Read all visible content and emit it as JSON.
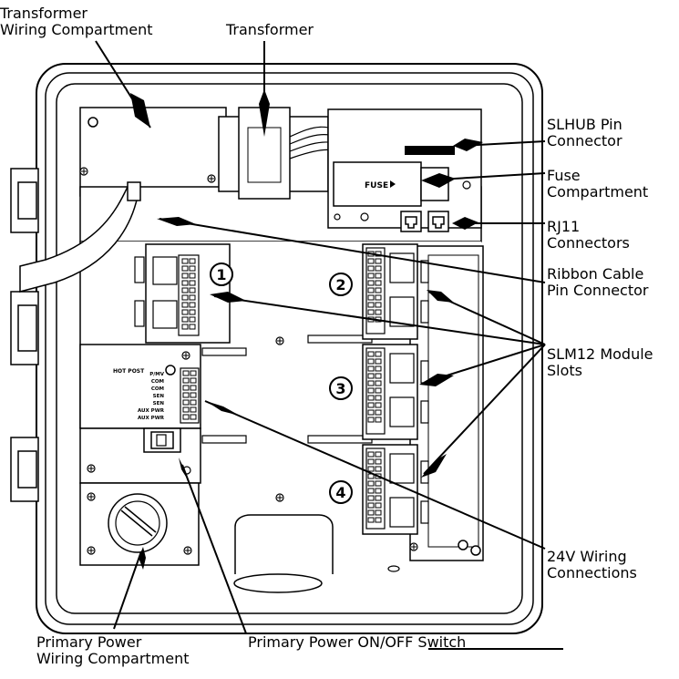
{
  "callouts": {
    "transformer_wiring_compartment": [
      "Transformer",
      "Wiring Compartment"
    ],
    "transformer": "Transformer",
    "slhub_pin_connector": [
      "SLHUB Pin",
      "Connector"
    ],
    "fuse_compartment": [
      "Fuse",
      "Compartment"
    ],
    "rj11_connectors": [
      "RJ11",
      "Connectors"
    ],
    "ribbon_cable_pin_connector": [
      "Ribbon Cable",
      "Pin Connector"
    ],
    "slm12_module_slots": [
      "SLM12 Module",
      "Slots"
    ],
    "wiring_24v_connections": [
      "24V Wiring",
      "Connections"
    ],
    "primary_power_wiring_compartment": [
      "Primary Power",
      "Wiring Compartment"
    ],
    "primary_power_switch": "Primary Power ON/OFF Switch"
  },
  "board_labels": {
    "fuse": "FUSE",
    "hot_post": "HOT POST",
    "terminals": [
      "P/MV",
      "COM",
      "COM",
      "SEN",
      "SEN",
      "AUX PWR",
      "AUX PWR"
    ]
  },
  "slot_numbers": [
    "1",
    "2",
    "3",
    "4"
  ]
}
